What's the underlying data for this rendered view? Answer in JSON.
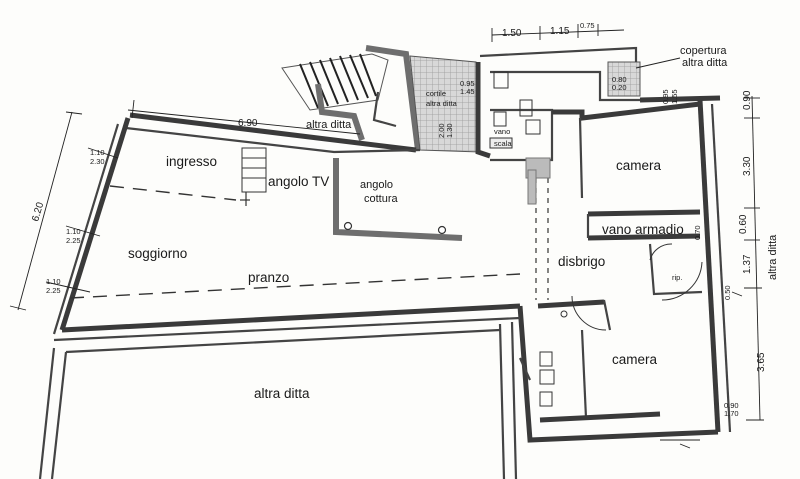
{
  "rooms": {
    "ingresso": "ingresso",
    "angolo_tv": "angolo TV",
    "angolo": "angolo",
    "cottura": "cottura",
    "soggiorno": "soggiorno",
    "pranzo": "pranzo",
    "disbrigo": "disbrigo",
    "camera_top": "camera",
    "camera_bottom": "camera",
    "vano_armadio": "vano armadio",
    "rip": "rip.",
    "vano": "vano",
    "scala": "scala",
    "cortile": "cortile",
    "altra_ditta_small": "altra ditta",
    "altra_ditta_top": "altra ditta",
    "altra_ditta_right": "altra ditta",
    "altra_ditta_bottom": "altra ditta",
    "copertura": "copertura",
    "copertura_ditta": "altra ditta"
  },
  "dimensions": {
    "top_1_50": "1.50",
    "top_1_15": "1.15",
    "top_0_75": "0.75",
    "dim_6_90": "6.90",
    "dim_6_20": "6.20",
    "left_1_10_a": "1.10",
    "left_2_30": "2.30",
    "left_1_10_b": "1.10",
    "left_2_25_a": "2.25",
    "left_1_10_c": "1.10",
    "left_2_25_b": "2.25",
    "right_0_90": "0.90",
    "right_3_30": "3.30",
    "right_0_60": "0.60",
    "right_1_37": "1.37",
    "right_3_65": "3.65",
    "cortile_0_95": "0.95",
    "cortile_1_45": "1.45",
    "cortile_2_00": "2.00",
    "cortile_1_30": "1.30",
    "cop_0_80": "0.80",
    "cop_0_20": "0.20",
    "r_0_95": "0.95",
    "r_1_55": "1.55",
    "bath_0_90": "0.90",
    "bath_1_70": "1.70",
    "small_0_70": "0.70",
    "small_0_50": "0.50"
  }
}
